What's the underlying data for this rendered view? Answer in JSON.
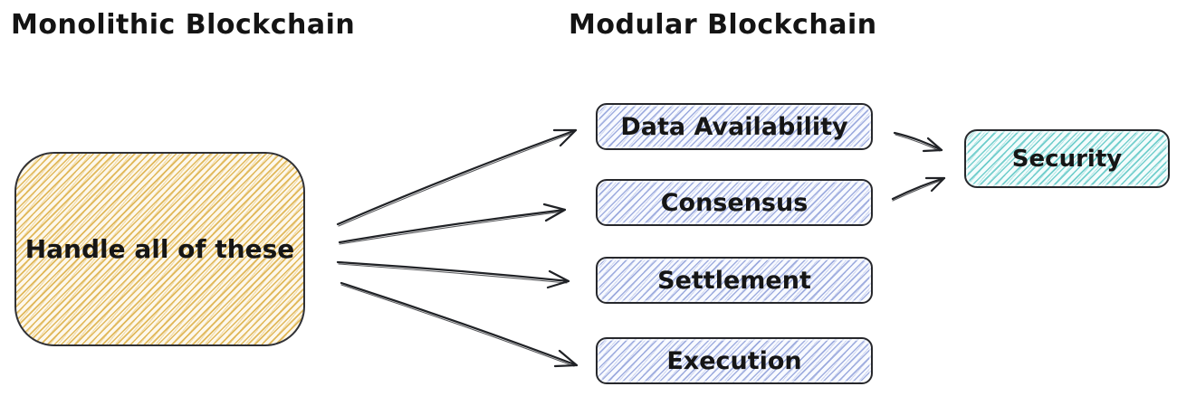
{
  "left": {
    "title": "Monolithic Blockchain",
    "node": {
      "label": "Handle all of these"
    }
  },
  "right": {
    "title": "Modular Blockchain",
    "layers": [
      {
        "label": "Data Availability"
      },
      {
        "label": "Consensus"
      },
      {
        "label": "Settlement"
      },
      {
        "label": "Execution"
      }
    ]
  },
  "security_node": {
    "label": "Security"
  },
  "connections": [
    {
      "from": "Handle all of these",
      "to": "Data Availability"
    },
    {
      "from": "Handle all of these",
      "to": "Consensus"
    },
    {
      "from": "Handle all of these",
      "to": "Settlement"
    },
    {
      "from": "Handle all of these",
      "to": "Execution"
    },
    {
      "from": "Data Availability",
      "to": "Security"
    },
    {
      "from": "Consensus",
      "to": "Security"
    }
  ],
  "colors": {
    "background": "#ffffff",
    "monolithic_fill": "#e2ba5c",
    "modular_fill": "#8496d5",
    "security_fill": "#54c4c2",
    "stroke": "#202226",
    "text": "#161616"
  }
}
